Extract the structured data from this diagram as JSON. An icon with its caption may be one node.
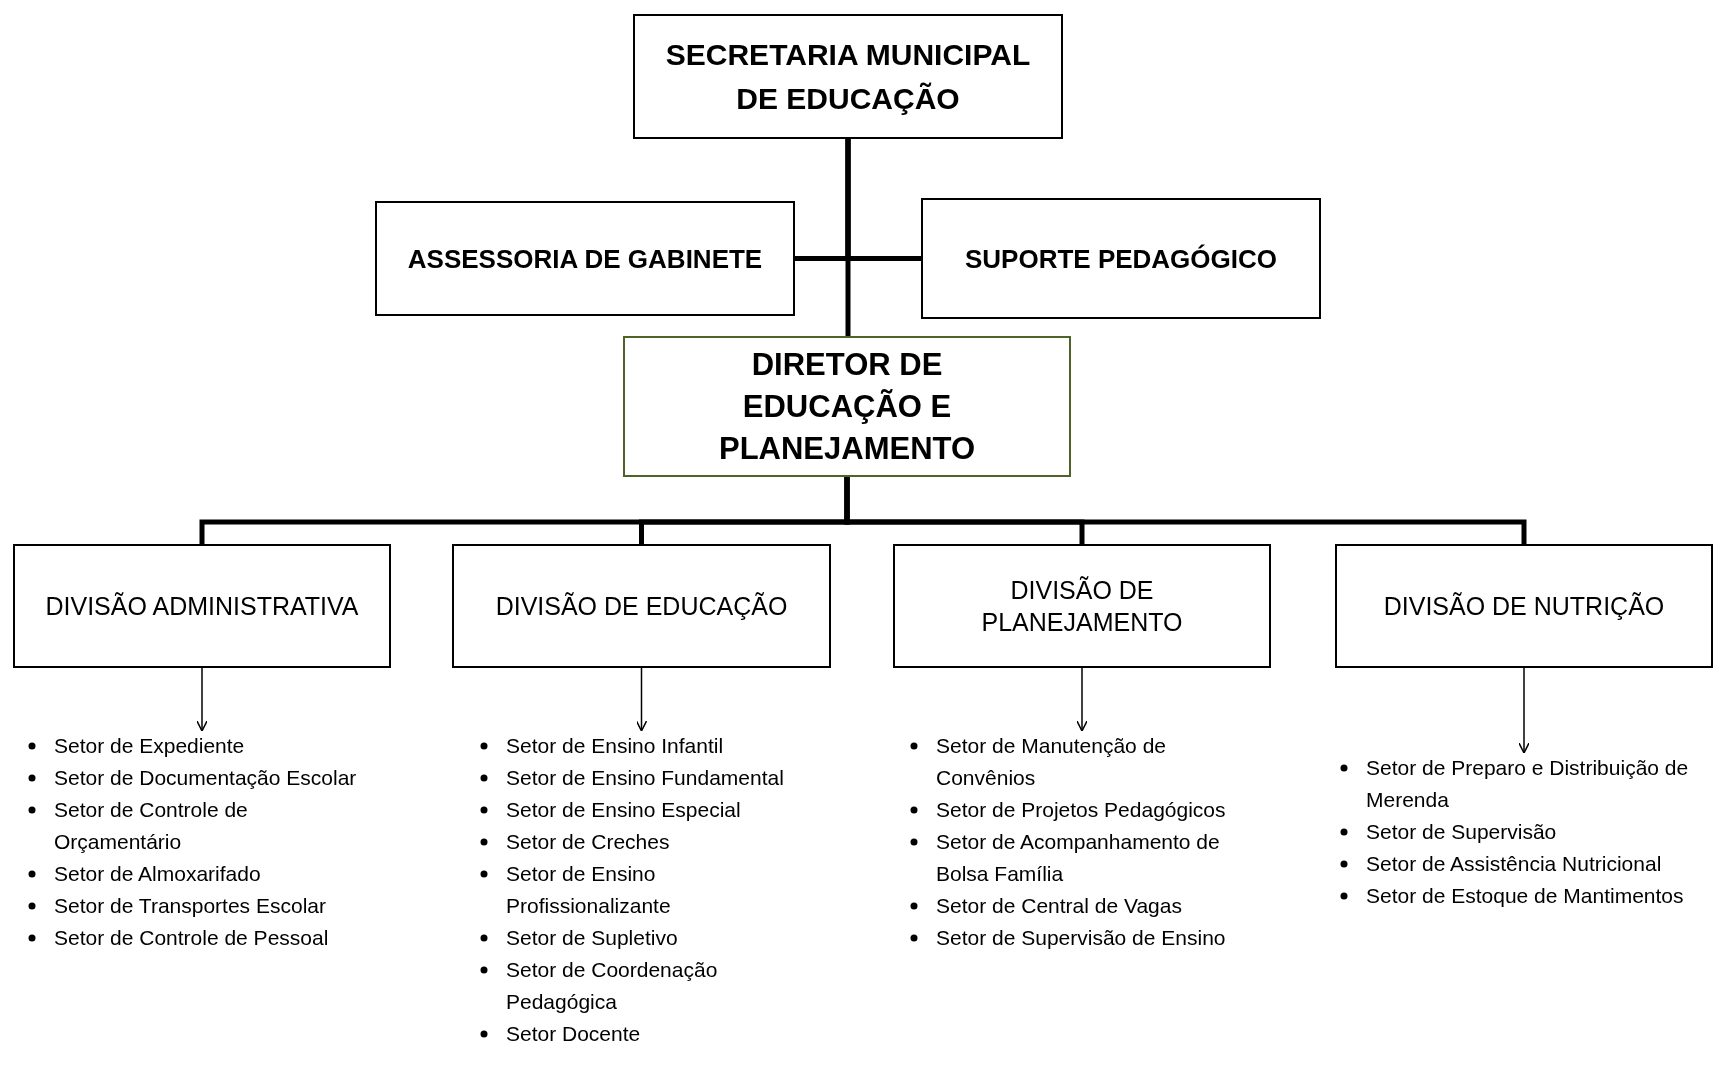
{
  "diagram": {
    "nodes": [
      {
        "text": [
          "SECRETARIA MUNICIPAL DE EDUCAÇÃO"
        ]
      },
      {
        "text": [
          "ASSESSORIA DE GABINETE"
        ]
      },
      {
        "text": [
          "SUPORTE PEDAGÓGICO"
        ]
      },
      {
        "text": [
          "DIRETOR DE EDUCAÇÃO E PLANEJAMENTO"
        ]
      },
      {
        "text": [
          "DIVISÃO ADMINISTRATIVA"
        ]
      },
      {
        "text": [
          "DIVISÃO DE EDUCAÇÃO"
        ]
      },
      {
        "text": [
          "DIVISÃO DE PLANEJAMENTO"
        ]
      },
      {
        "text": [
          "DIVISÃO DE NUTRIÇÃO"
        ]
      },
      {
        "text": [
          "Setor de Expediente",
          "Setor de Documentação Escolar",
          "Setor de Controle de Orçamentário",
          "Setor de Almoxarifado",
          "Setor de Transportes Escolar",
          "Setor de Controle de Pessoal"
        ]
      },
      {
        "text": [
          "Setor de Ensino Infantil",
          "Setor de Ensino Fundamental",
          "Setor de Ensino Especial",
          "Setor de Creches",
          "Setor de Ensino Profissionalizante",
          "Setor de Supletivo",
          "Setor de Coordenação Pedagógica",
          "Setor Docente"
        ]
      },
      {
        "text": [
          "Setor de Manutenção de Convênios",
          "Setor de Projetos Pedagógicos",
          "Setor de Acompanhamento de Bolsa Família",
          "Setor de Central de Vagas",
          "Setor de Supervisão de Ensino"
        ]
      },
      {
        "text": [
          "Setor de Preparo e Distribuição de Merenda",
          "Setor de Supervisão",
          "Setor de Assistência Nutricional",
          "Setor de Estoque de Mantimentos"
        ]
      }
    ],
    "edges": [
      {
        "from": 0,
        "to": 1,
        "arrow": "none"
      },
      {
        "from": 0,
        "to": 2,
        "arrow": "none"
      },
      {
        "from": 0,
        "to": 3,
        "arrow": "none"
      },
      {
        "from": 3,
        "to": 4,
        "arrow": "none"
      },
      {
        "from": 3,
        "to": 5,
        "arrow": "none"
      },
      {
        "from": 3,
        "to": 6,
        "arrow": "none"
      },
      {
        "from": 3,
        "to": 7,
        "arrow": "none"
      },
      {
        "from": 4,
        "to": 8,
        "arrow": "to"
      },
      {
        "from": 5,
        "to": 9,
        "arrow": "to"
      },
      {
        "from": 6,
        "to": 10,
        "arrow": "to"
      },
      {
        "from": 7,
        "to": 11,
        "arrow": "to"
      }
    ]
  }
}
